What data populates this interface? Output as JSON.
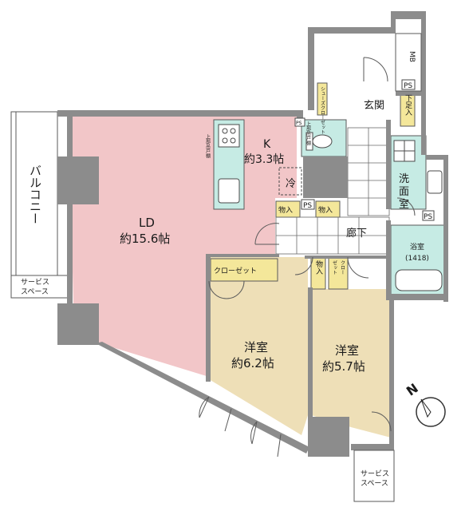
{
  "rooms": {
    "balcony": "バルコニー",
    "service_space_left": [
      "サービス",
      "スペース"
    ],
    "service_space_bottom": [
      "サービス",
      "スペース"
    ],
    "ld": {
      "name": "LD",
      "size": "約15.6帖"
    },
    "kitchen": {
      "name": "K",
      "size": "約3.3帖"
    },
    "fridge": "冷",
    "entrance": "玄関",
    "shoe_closet": "シューズクローゼット",
    "shoe_storage": "下足入",
    "mb": "MB",
    "ps_top": "PS",
    "ps_toilet": "PS",
    "ps_hall": "PS",
    "ps_bath": "PS",
    "storage_1": "物入",
    "storage_2": "物入",
    "storage_3": "物入",
    "closet_vertical": [
      "クロー",
      "ゼット"
    ],
    "hallway": "廊下",
    "washroom": [
      "洗",
      "面",
      "室"
    ],
    "bath": {
      "name": "浴室",
      "size": "(1418)"
    },
    "closet_bedroom1": "クローゼット",
    "bedroom1": {
      "name": "洋室",
      "size": "約6.2帖"
    },
    "bedroom2": {
      "name": "洋室",
      "size": "約5.7帖"
    },
    "top_cabinet_1": "上部吊戸棚",
    "top_cabinet_2": "上部吊戸棚"
  },
  "compass": {
    "north_label": "N"
  },
  "colors": {
    "ld": "#f2c6c8",
    "bedroom": "#eedfb7",
    "wet": "#c6ebe4",
    "storage": "#f4e79a",
    "wall": "#8c8c8c",
    "line": "#5a5a5a"
  }
}
